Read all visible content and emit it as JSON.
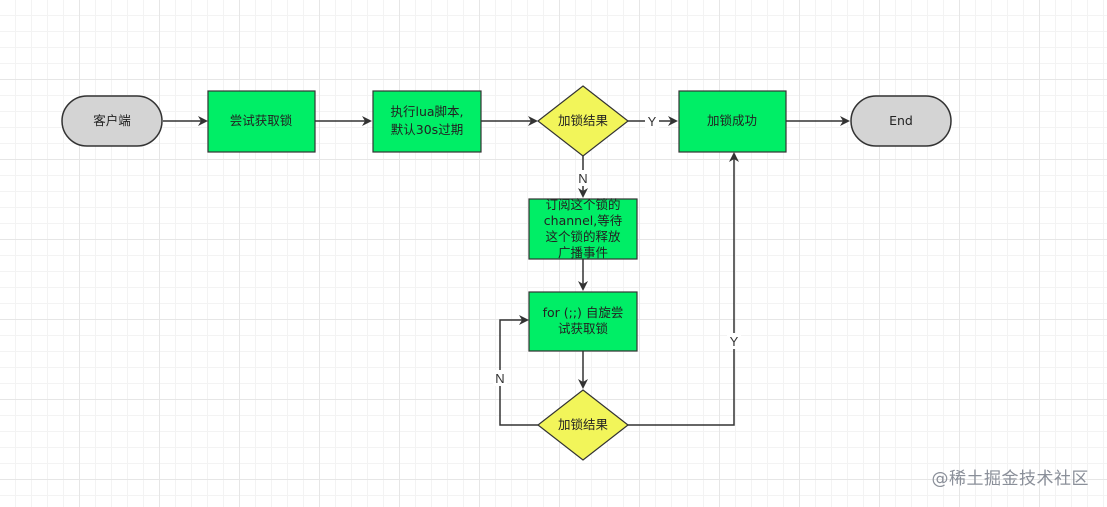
{
  "nodes": {
    "client": "客户端",
    "try_lock": "尝试获取锁",
    "exec_lua": [
      "执行lua脚本,",
      "默认30s过期"
    ],
    "lock_result_1": "加锁结果",
    "lock_success": "加锁成功",
    "end": "End",
    "subscribe": [
      "订阅这个锁的",
      "channel,等待",
      "这个锁的释放",
      "广播事件"
    ],
    "spin_try": [
      "for (;;) 自旋尝",
      "试获取锁"
    ],
    "lock_result_2": "加锁结果"
  },
  "edge_labels": {
    "result1_yes": "Y",
    "result1_no": "N",
    "result2_no": "N",
    "result2_yes": "Y"
  },
  "colors": {
    "terminal_fill": "#d4d4d4",
    "process_fill": "#00ee66",
    "decision_fill": "#f2f55a",
    "stroke": "#333333"
  },
  "watermark": "@稀土掘金技术社区"
}
